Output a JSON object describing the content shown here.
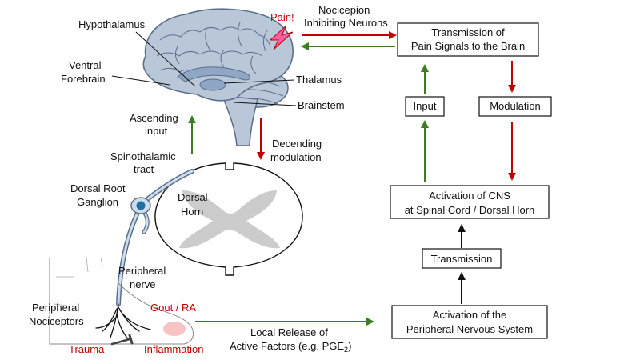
{
  "colors": {
    "red": "#c00000",
    "green": "#3a7d22",
    "black": "#111111",
    "brain_fill": "#b9c7d9",
    "brain_stroke": "#5a6f8c",
    "cord_gray": "#cccccc",
    "ganglion": "#1f6fa0",
    "inflammation": "#f6b8b8"
  },
  "icons": {
    "brain": "brain-illustration",
    "spinal_cord": "spinal-cord-cross-section",
    "neuron": "nerve-fiber",
    "foot": "foot-outline",
    "nail": "nail-trauma",
    "pain": "lightning-bolt-icon"
  },
  "brain": {
    "hypothalamus": "Hypothalamus",
    "ventral_forebrain": [
      "Ventral",
      "Forebrain"
    ],
    "thalamus": "Thalamus",
    "brainstem": "Brainstem",
    "pain": "Pain!"
  },
  "pathway": {
    "ascending_input": [
      "Ascending",
      "input"
    ],
    "descending_modulation": [
      "Decending",
      "modulation"
    ],
    "spinothalamic": [
      "Spinothalamic",
      "tract"
    ],
    "drg": [
      "Dorsal Root",
      "Ganglion"
    ],
    "dorsal_horn": [
      "Dorsal",
      "Horn"
    ],
    "peripheral_nerve": [
      "Peripheral",
      "nerve"
    ],
    "nociceptors": [
      "Peripheral",
      "Nociceptors"
    ],
    "gout": "Gout / RA",
    "trauma": "Trauma",
    "inflammation": "Inflammation",
    "inhibiting": [
      "Nocicepion",
      "Inhibiting Neurons"
    ],
    "local_release": [
      "Local Release of",
      "Active Factors (e.g. PGE",
      "2",
      ")"
    ]
  },
  "flowchart": {
    "transmission_brain": [
      "Transmission of",
      "Pain Signals to the Brain"
    ],
    "input": "Input",
    "modulation": "Modulation",
    "activation_cns": [
      "Activation of CNS",
      "at Spinal Cord / Dorsal Horn"
    ],
    "transmission": "Transmission",
    "activation_pns": [
      "Activation of the",
      "Peripheral Nervous System"
    ]
  }
}
